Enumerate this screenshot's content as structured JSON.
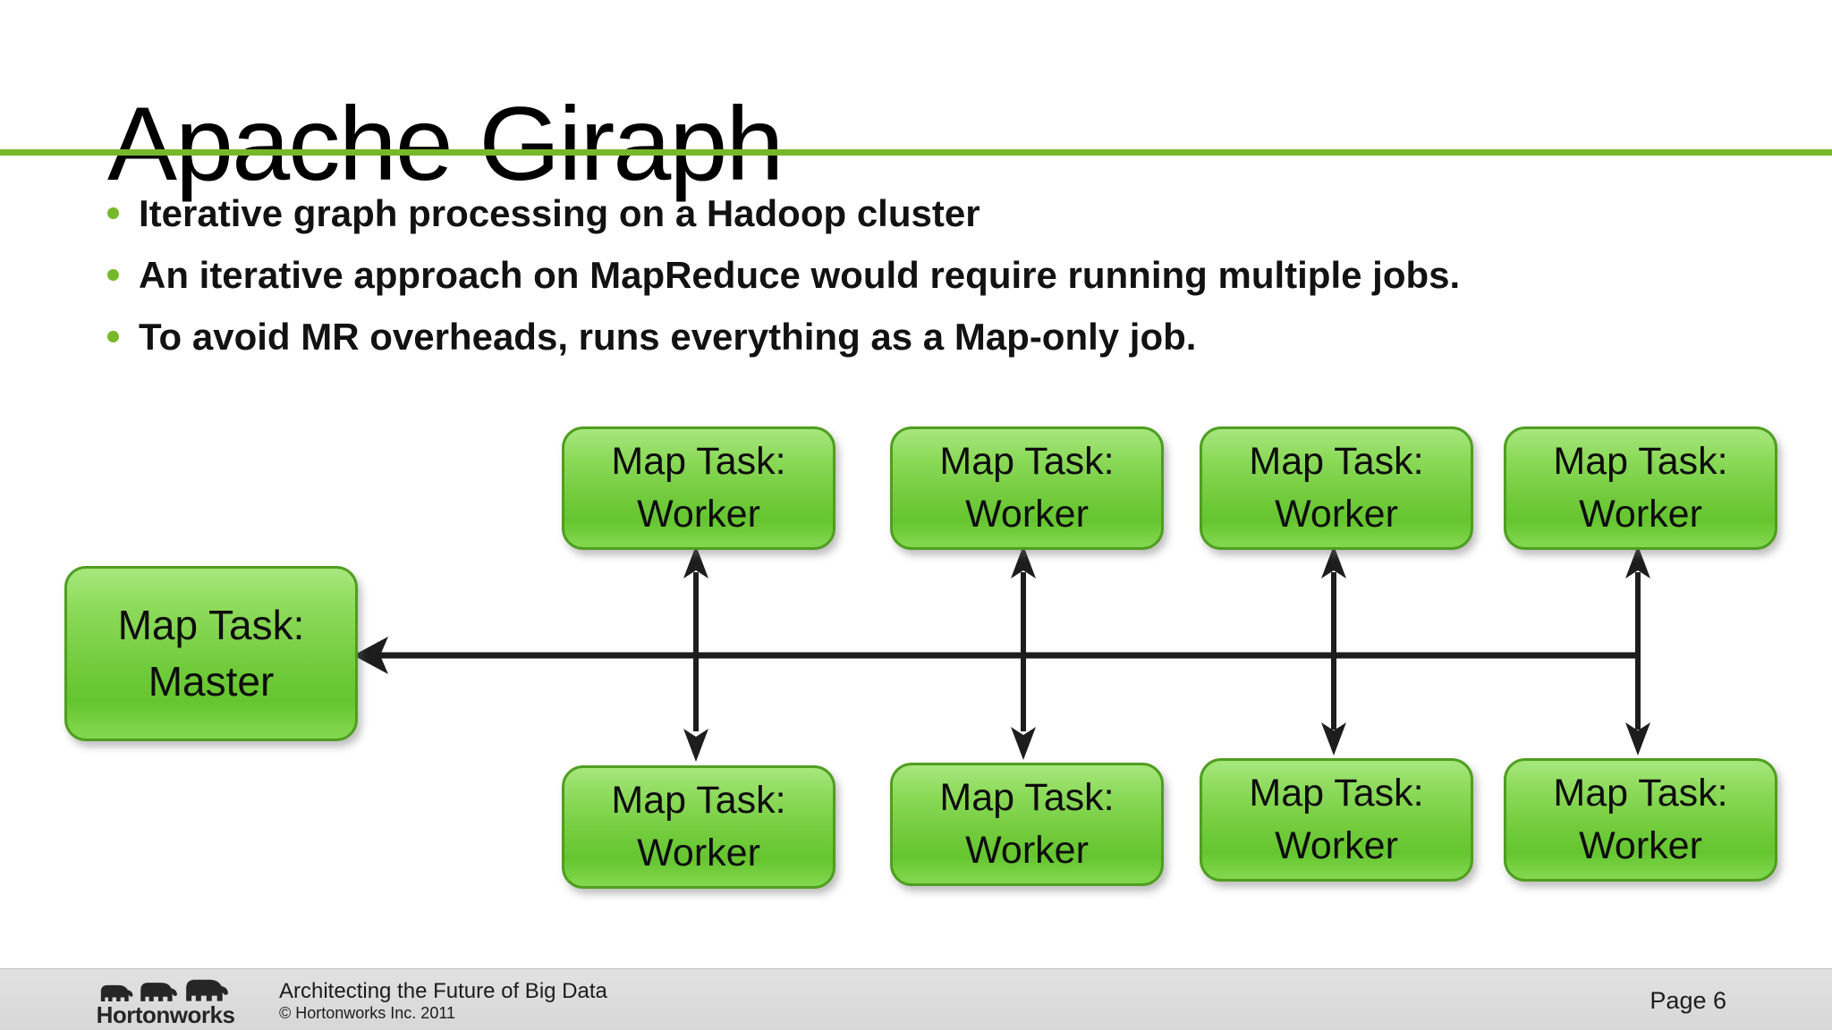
{
  "slide": {
    "title": "Apache Giraph",
    "bullets": [
      "Iterative graph processing on a Hadoop cluster",
      "An iterative approach on MapReduce would require running multiple jobs.",
      "To avoid MR overheads, runs everything as a Map-only job."
    ]
  },
  "diagram": {
    "master": {
      "line1": "Map Task:",
      "line2": "Master"
    },
    "top_workers": [
      {
        "line1": "Map Task:",
        "line2": "Worker"
      },
      {
        "line1": "Map Task:",
        "line2": "Worker"
      },
      {
        "line1": "Map Task:",
        "line2": "Worker"
      },
      {
        "line1": "Map Task:",
        "line2": "Worker"
      }
    ],
    "bottom_workers": [
      {
        "line1": "Map Task:",
        "line2": "Worker"
      },
      {
        "line1": "Map Task:",
        "line2": "Worker"
      },
      {
        "line1": "Map Task:",
        "line2": "Worker"
      },
      {
        "line1": "Map Task:",
        "line2": "Worker"
      }
    ]
  },
  "colors": {
    "accent_green": "#76b82a",
    "box_border_green": "#4f9e20",
    "box_fill_light": "#a6e77d",
    "box_fill_dark": "#65c52f",
    "arrow_black": "#1d1d1d",
    "footer_gray": "#dcdcdc"
  },
  "footer": {
    "logo_text": "Hortonworks",
    "tagline": "Architecting the Future of Big Data",
    "copyright": "© Hortonworks Inc. 2011",
    "page_label": "Page 6"
  }
}
